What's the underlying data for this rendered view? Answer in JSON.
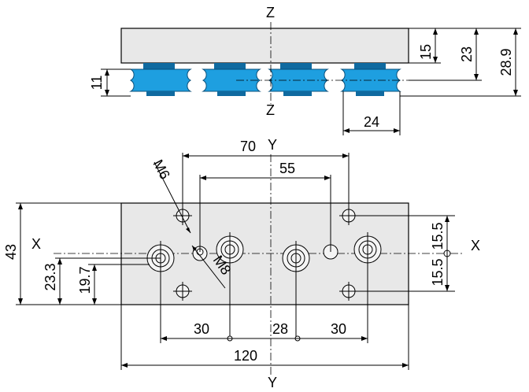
{
  "axes": {
    "z_top": "Z",
    "z_bottom": "Z",
    "y_mid": "Y",
    "y_bottom": "Y",
    "x_left": "X",
    "x_right": "X"
  },
  "top_view": {
    "height_15": "15",
    "height_23": "23",
    "height_28_9": "28.9",
    "height_11": "11",
    "width_24": "24",
    "roller_count": 4
  },
  "plan_view": {
    "spacing_70": "70",
    "spacing_55": "55",
    "thread_m6": "M6",
    "thread_m8": "M8",
    "height_43": "43",
    "offset_23_3": "23.3",
    "offset_19_7": "19.7",
    "offset_15_5_upper": "15.5",
    "offset_15_5_lower": "15.5",
    "pitch_30_left": "30",
    "pitch_28": "28",
    "pitch_30_right": "30",
    "length_120": "120"
  },
  "colors": {
    "roller": "#1e9fe0",
    "body": "#e8e8e8"
  }
}
